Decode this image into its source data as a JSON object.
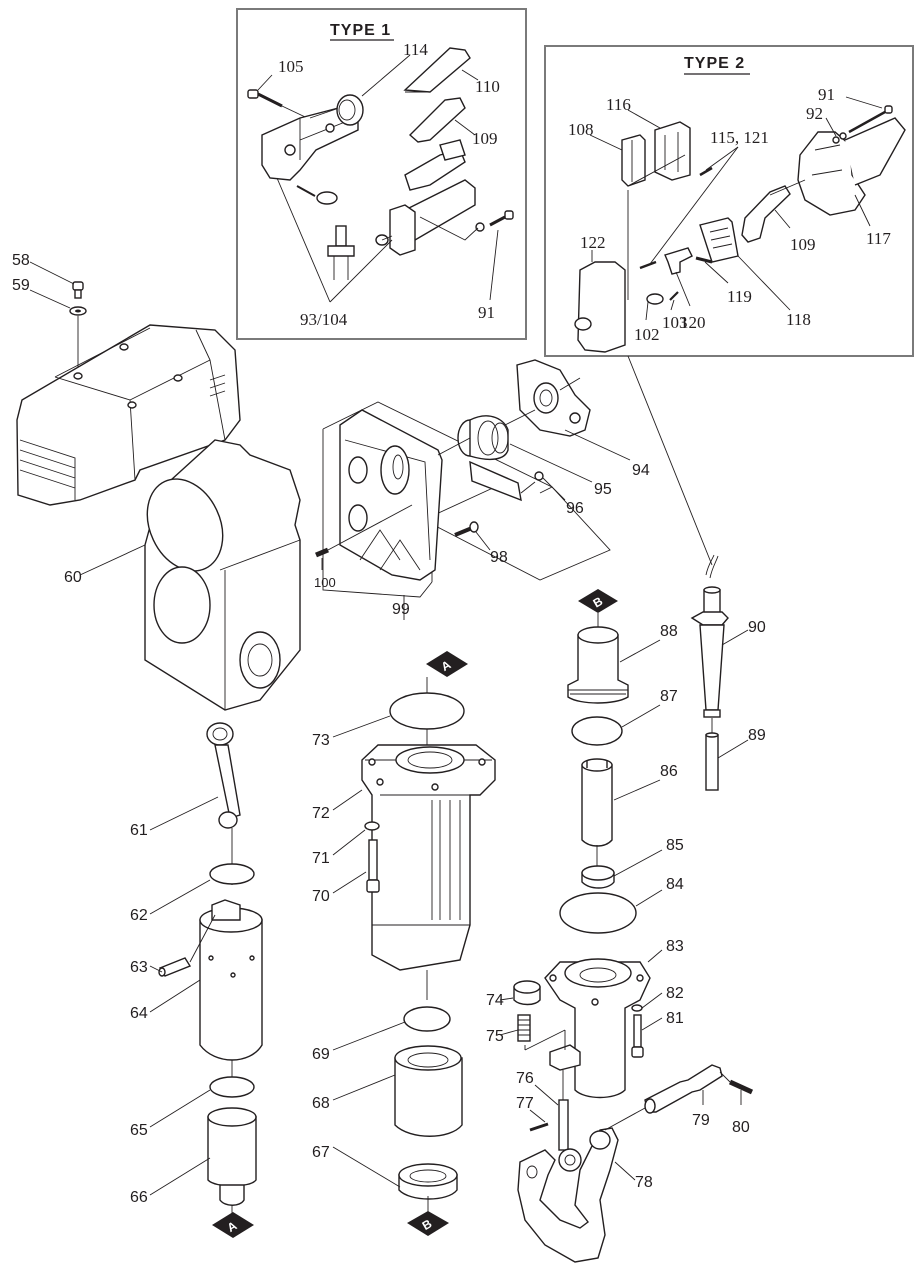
{
  "diagram": {
    "type": "exploded-parts-diagram",
    "insets": [
      {
        "id": "type1",
        "title": "TYPE  1",
        "parts": [
          "105",
          "114",
          "110",
          "109",
          "93/104",
          "91"
        ]
      },
      {
        "id": "type2",
        "title": "TYPE  2",
        "parts": [
          "116",
          "108",
          "115, 121",
          "91",
          "92",
          "122",
          "117",
          "109",
          "118",
          "119",
          "120",
          "103",
          "102"
        ]
      }
    ],
    "reference_markers": [
      "A",
      "B"
    ],
    "labels": {
      "p58": "58",
      "p59": "59",
      "p60": "60",
      "p61": "61",
      "p62": "62",
      "p63": "63",
      "p64": "64",
      "p65": "65",
      "p66": "66",
      "p67": "67",
      "p68": "68",
      "p69": "69",
      "p70": "70",
      "p71": "71",
      "p72": "72",
      "p73": "73",
      "p74": "74",
      "p75": "75",
      "p76": "76",
      "p77": "77",
      "p78": "78",
      "p79": "79",
      "p80": "80",
      "p81": "81",
      "p82": "82",
      "p83": "83",
      "p84": "84",
      "p85": "85",
      "p86": "86",
      "p87": "87",
      "p88": "88",
      "p89": "89",
      "p90": "90",
      "p94": "94",
      "p95": "95",
      "p96": "96",
      "p98": "98",
      "p99": "99",
      "p100": "100",
      "t1_105": "105",
      "t1_114": "114",
      "t1_110": "110",
      "t1_109": "109",
      "t1_93_104": "93/104",
      "t1_91": "91",
      "t2_116": "116",
      "t2_108": "108",
      "t2_115_121": "115, 121",
      "t2_91": "91",
      "t2_92": "92",
      "t2_122": "122",
      "t2_117": "117",
      "t2_109": "109",
      "t2_118": "118",
      "t2_119": "119",
      "t2_120": "120",
      "t2_103": "103",
      "t2_102": "102"
    },
    "markers": {
      "a": "A",
      "b": "B"
    }
  }
}
